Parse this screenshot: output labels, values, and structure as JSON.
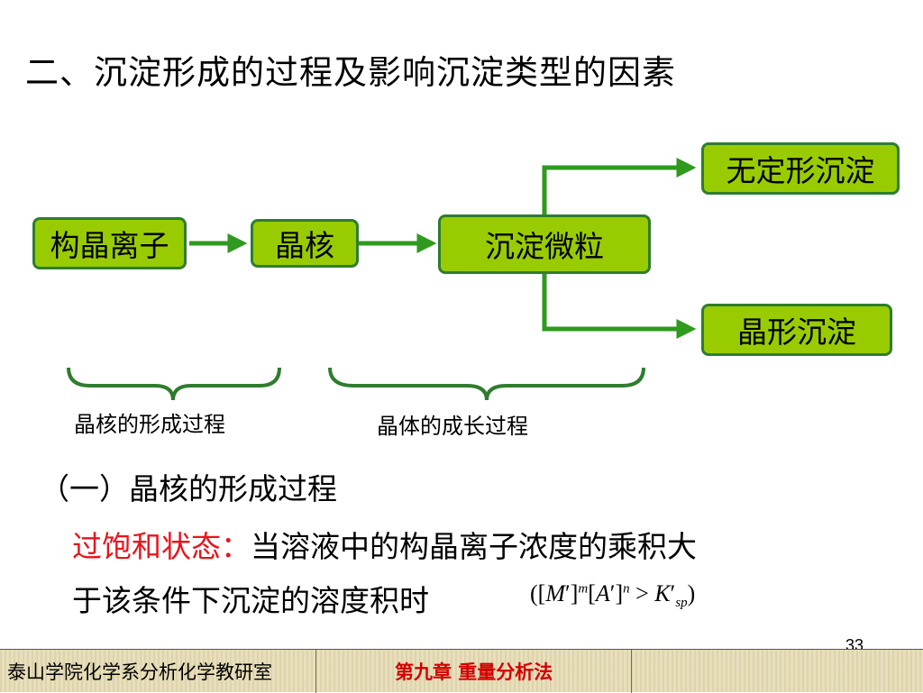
{
  "slide": {
    "title": "二、沉淀形成的过程及影响沉淀类型的因素",
    "page_number": "33"
  },
  "diagram": {
    "nodes": {
      "crystal_ions": "构晶离子",
      "nucleus": "晶核",
      "particles": "沉淀微粒",
      "amorphous": "无定形沉淀",
      "crystalline": "晶形沉淀"
    },
    "brace_labels": {
      "nucleation": "晶核的形成过程",
      "growth": "晶体的成长过程"
    },
    "colors": {
      "box_fill": "#99cc00",
      "box_border": "#2e7d2e",
      "arrow": "#2e9a1e"
    }
  },
  "section": {
    "heading": "（一）晶核的形成过程",
    "term": "过饱和状态：",
    "line1_rest": "当溶液中的构晶离子浓度的乘积大",
    "line2": "于该条件下沉淀的溶度积时",
    "formula": {
      "open": "([",
      "M": "M",
      "prime1": "′",
      "close1": "]",
      "m": "m",
      "open2": "[",
      "A": "A",
      "prime2": "′",
      "close2": "]",
      "n": "n",
      "gt": " > ",
      "K": "K",
      "prime3": "′",
      "sp": "sp",
      "end": ")"
    }
  },
  "footer": {
    "institution": "泰山学院化学系分析化学教研室",
    "chapter": "第九章  重量分析法"
  }
}
